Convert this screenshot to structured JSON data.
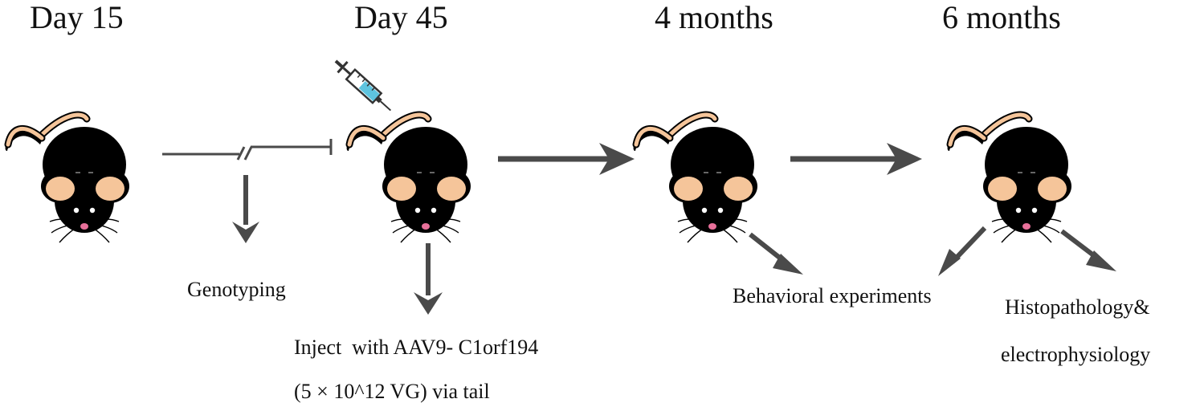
{
  "timepoints": [
    "Day 15",
    "Day 45",
    "4 months",
    "6 months"
  ],
  "annotations": {
    "genotyping": "Genotyping",
    "inject_line1": "Inject  with AAV9- C1orf194",
    "inject_line2": "(5 × 10^12 VG) via tail",
    "behavioral": "Behavioral experiments",
    "histo_line1": "Histopathology&",
    "histo_line2": "electrophysiology"
  },
  "icons": {
    "mouse": "mouse-icon",
    "syringe": "syringe-icon",
    "arrow": "arrow-icon"
  },
  "colors": {
    "mouse_body": "#000000",
    "mouse_ear": "#f5c59a",
    "mouse_nose": "#e8709a",
    "arrow": "#4a4a4a",
    "syringe_liquid": "#5ec4df"
  }
}
